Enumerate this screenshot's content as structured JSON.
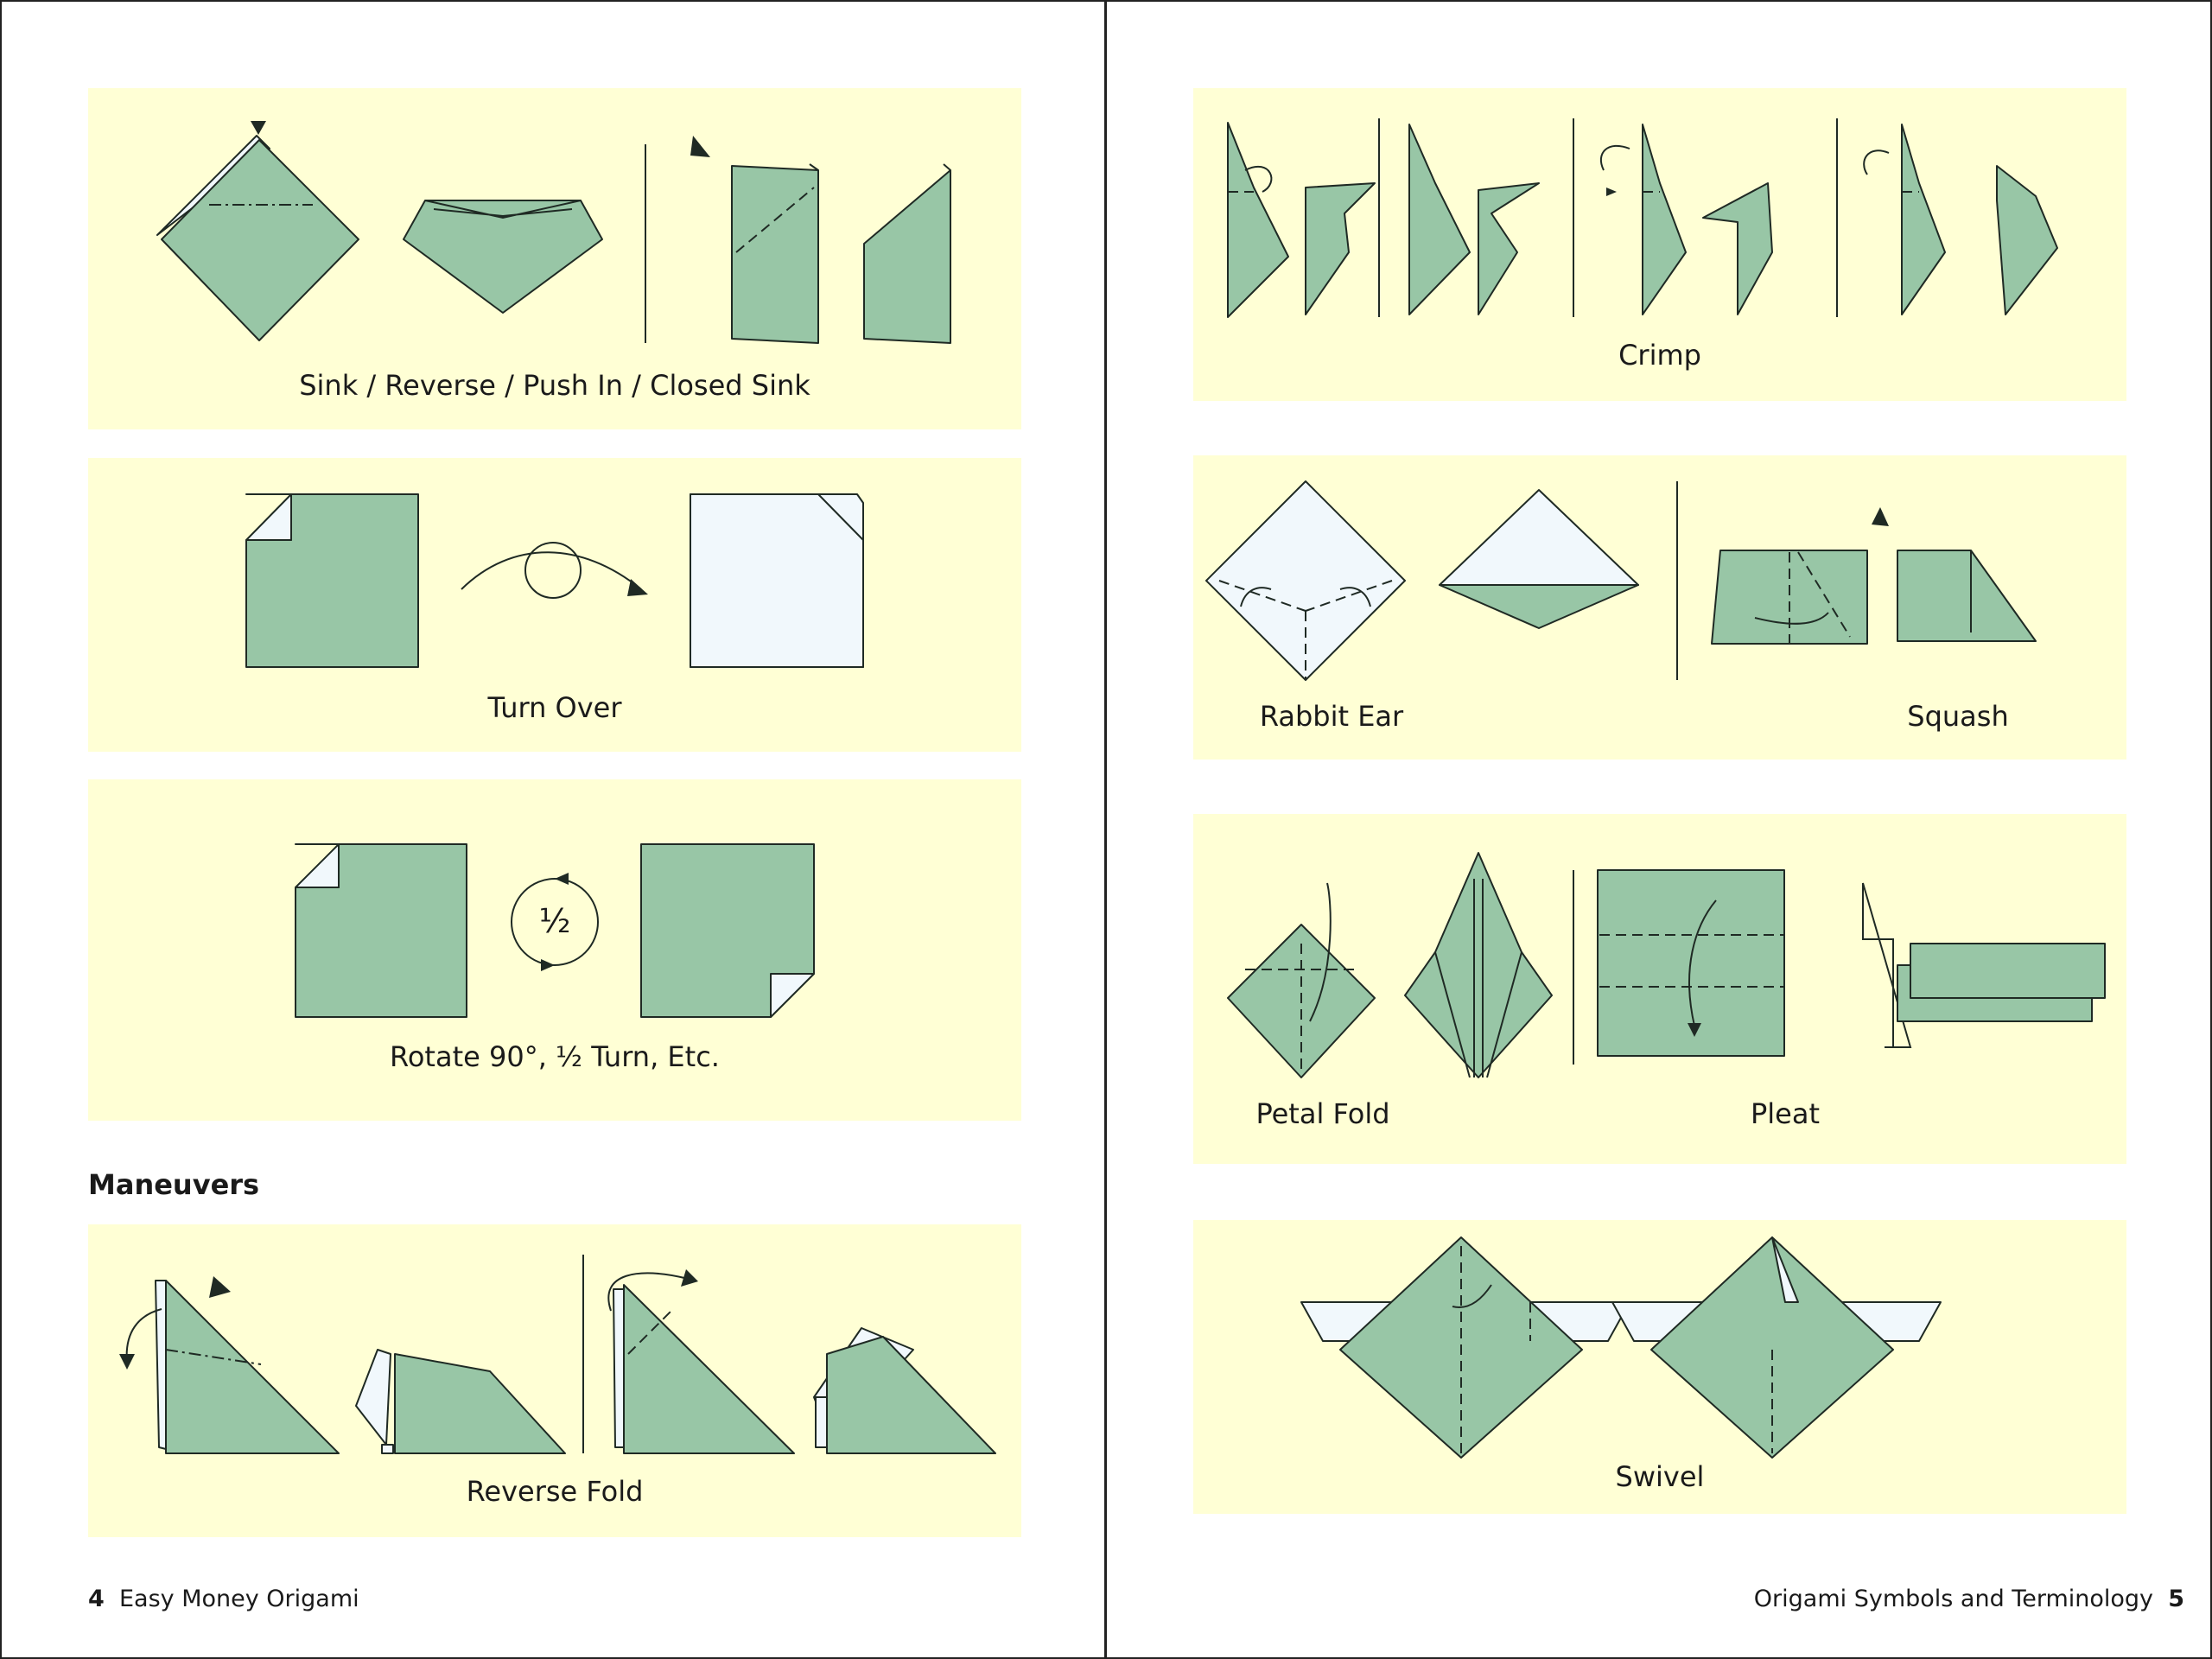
{
  "left_page": {
    "panels": [
      {
        "caption": "Sink / Reverse / Push In / Closed Sink"
      },
      {
        "caption": "Turn Over"
      },
      {
        "caption": "Rotate 90°, ½ Turn, Etc.",
        "symbol": "½"
      }
    ],
    "section_heading": "Maneuvers",
    "maneuver_panel": {
      "caption": "Reverse Fold"
    },
    "footer": {
      "page_number": "4",
      "book_title": "Easy Money Origami"
    }
  },
  "right_page": {
    "panels": [
      {
        "caption": "Crimp"
      },
      {
        "caption_left": "Rabbit Ear",
        "caption_right": "Squash"
      },
      {
        "caption_left": "Petal Fold",
        "caption_right": "Pleat"
      },
      {
        "caption": "Swivel"
      }
    ],
    "footer": {
      "chapter_title": "Origami Symbols and Terminology",
      "page_number": "5"
    }
  },
  "colors": {
    "panel_background": "#ffffd5",
    "paper_green": "#98c6a6",
    "paper_white": "#f1f8fc"
  }
}
